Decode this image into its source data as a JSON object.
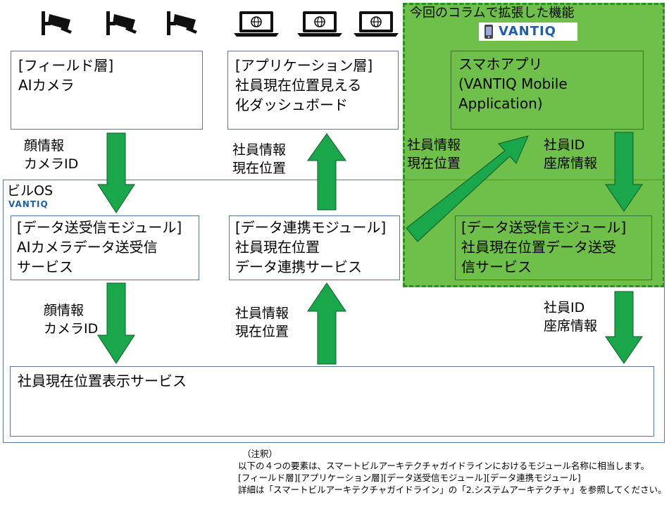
{
  "colors": {
    "arrow_fill": "#1aa64b",
    "arrow_stroke": "#0e5c2a",
    "extension_bg": "#6ec04a",
    "border": "#5b7a99"
  },
  "icons": {
    "cameras": [
      "security-camera-icon",
      "security-camera-icon",
      "security-camera-icon"
    ],
    "laptops": [
      "laptop-globe-icon",
      "laptop-globe-icon",
      "laptop-globe-icon"
    ],
    "smartphone": "smartphone-icon"
  },
  "extension": {
    "title": "今回のコラムで拡張した機能",
    "logo_text": "VANTIQ",
    "smartphone_app": {
      "lines": [
        "スマホアプリ",
        "(VANTIQ Mobile",
        "Application)"
      ]
    },
    "data_module": {
      "lines": [
        "[データ送受信モジュール]",
        "社員現在位置データ送受",
        "信サービス"
      ]
    }
  },
  "field_layer": {
    "lines": [
      "[フィールド層]",
      "AIカメラ"
    ]
  },
  "app_layer": {
    "lines": [
      "[アプリケーション層]",
      "社員現在位置見える",
      "化ダッシュボード"
    ]
  },
  "building_os": {
    "label": "ビルOS",
    "logo_text": "VANTIQ"
  },
  "camera_module": {
    "lines": [
      "[データ送受信モジュール]",
      "AIカメラデータ送受信",
      "サービス"
    ]
  },
  "link_module": {
    "lines": [
      "[データ連携モジュール]",
      "社員現在位置",
      "データ連携サービス"
    ]
  },
  "location_service": {
    "label": "社員現在位置表示サービス"
  },
  "flow_labels": {
    "field_to_module": [
      "顔情報",
      "カメラID"
    ],
    "link_to_app": [
      "社員情報",
      "現在位置"
    ],
    "to_smartphone": [
      "社員情報",
      "現在位置"
    ],
    "smartphone_to_module": [
      "社員ID",
      "座席情報"
    ],
    "module_to_service": [
      "顔情報",
      "カメラID"
    ],
    "service_to_link": [
      "社員情報",
      "現在位置"
    ],
    "ext_module_out": [
      "社員ID",
      "座席情報"
    ]
  },
  "note": {
    "lines": [
      "（注釈）",
      "以下の４つの要素は、スマートビルアーキテクチャガイドラインにおけるモジュール名称に相当します。",
      "[フィールド層][アプリケーション層][データ送受信モジュール][データ連携モジュール]",
      "詳細は「スマートビルアーキテクチャガイドライン」の「2.システムアーキテクチャ」を参照してください。"
    ]
  }
}
